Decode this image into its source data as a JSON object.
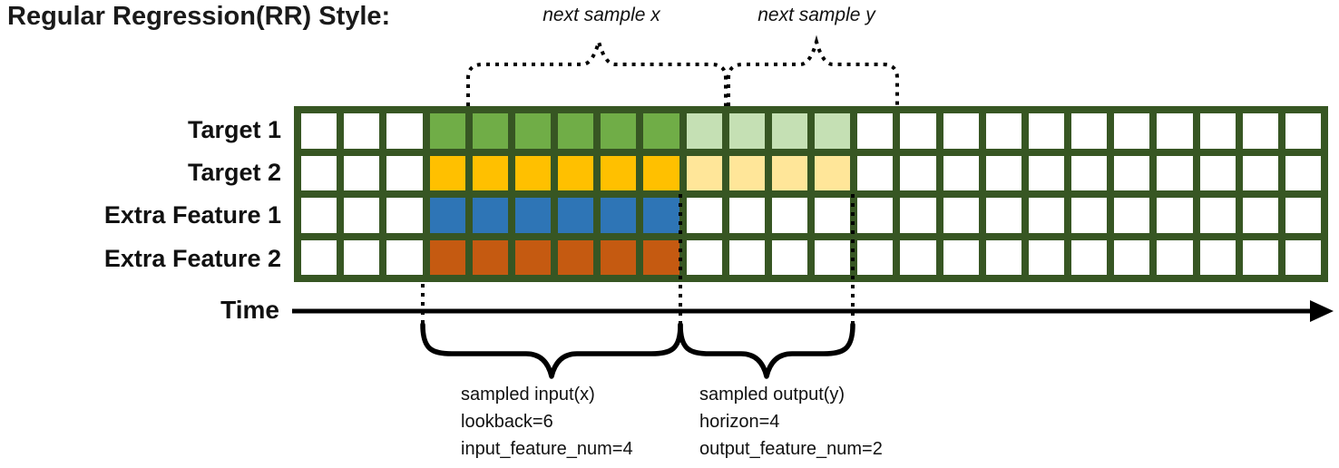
{
  "title": "Regular Regression(RR) Style:",
  "top_annotations": {
    "next_sample_x": "next sample x",
    "next_sample_y": "next sample y"
  },
  "grid": {
    "columns": 24,
    "border_color": "#375623",
    "empty_color": "#FFFFFF"
  },
  "rows": [
    {
      "label": "Target 1",
      "segments": [
        {
          "color": "#FFFFFF",
          "count": 3
        },
        {
          "color": "#70AD47",
          "count": 6
        },
        {
          "color": "#C5E0B4",
          "count": 4
        },
        {
          "color": "#FFFFFF",
          "count": 11
        }
      ]
    },
    {
      "label": "Target 2",
      "segments": [
        {
          "color": "#FFFFFF",
          "count": 3
        },
        {
          "color": "#FFC000",
          "count": 6
        },
        {
          "color": "#FFE699",
          "count": 4
        },
        {
          "color": "#FFFFFF",
          "count": 11
        }
      ]
    },
    {
      "label": "Extra Feature 1",
      "segments": [
        {
          "color": "#FFFFFF",
          "count": 3
        },
        {
          "color": "#2E75B6",
          "count": 6
        },
        {
          "color": "#FFFFFF",
          "count": 15
        }
      ]
    },
    {
      "label": "Extra Feature 2",
      "segments": [
        {
          "color": "#FFFFFF",
          "count": 3
        },
        {
          "color": "#C55A11",
          "count": 6
        },
        {
          "color": "#FFFFFF",
          "count": 15
        }
      ]
    }
  ],
  "time_label": "Time",
  "bottom_annotations": {
    "input": [
      "sampled input(x)",
      "lookback=6",
      "input_feature_num=4"
    ],
    "output": [
      "sampled output(y)",
      "horizon=4",
      "output_feature_num=2"
    ]
  },
  "line_color": "#000000"
}
